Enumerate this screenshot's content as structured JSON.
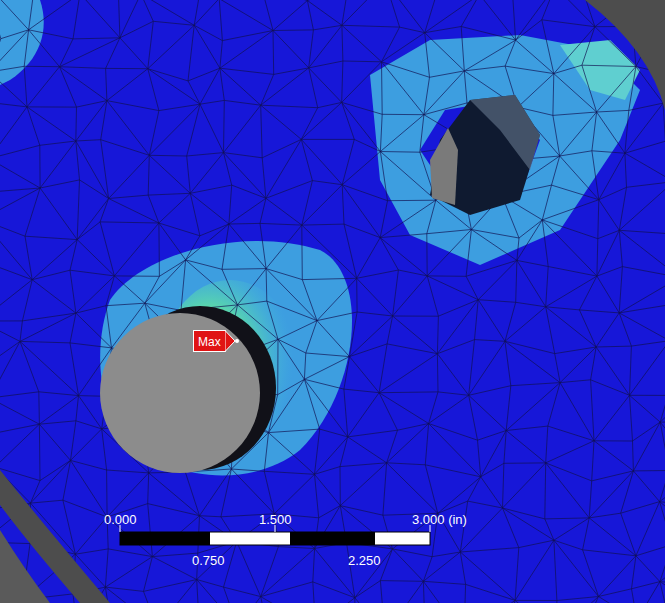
{
  "diagram": {
    "nodes": [
      {
        "text": [
          "Max"
        ]
      }
    ],
    "labels": [
      "0.000",
      "1.500",
      "3.000 (in)",
      "0.750",
      "2.250"
    ]
  }
}
